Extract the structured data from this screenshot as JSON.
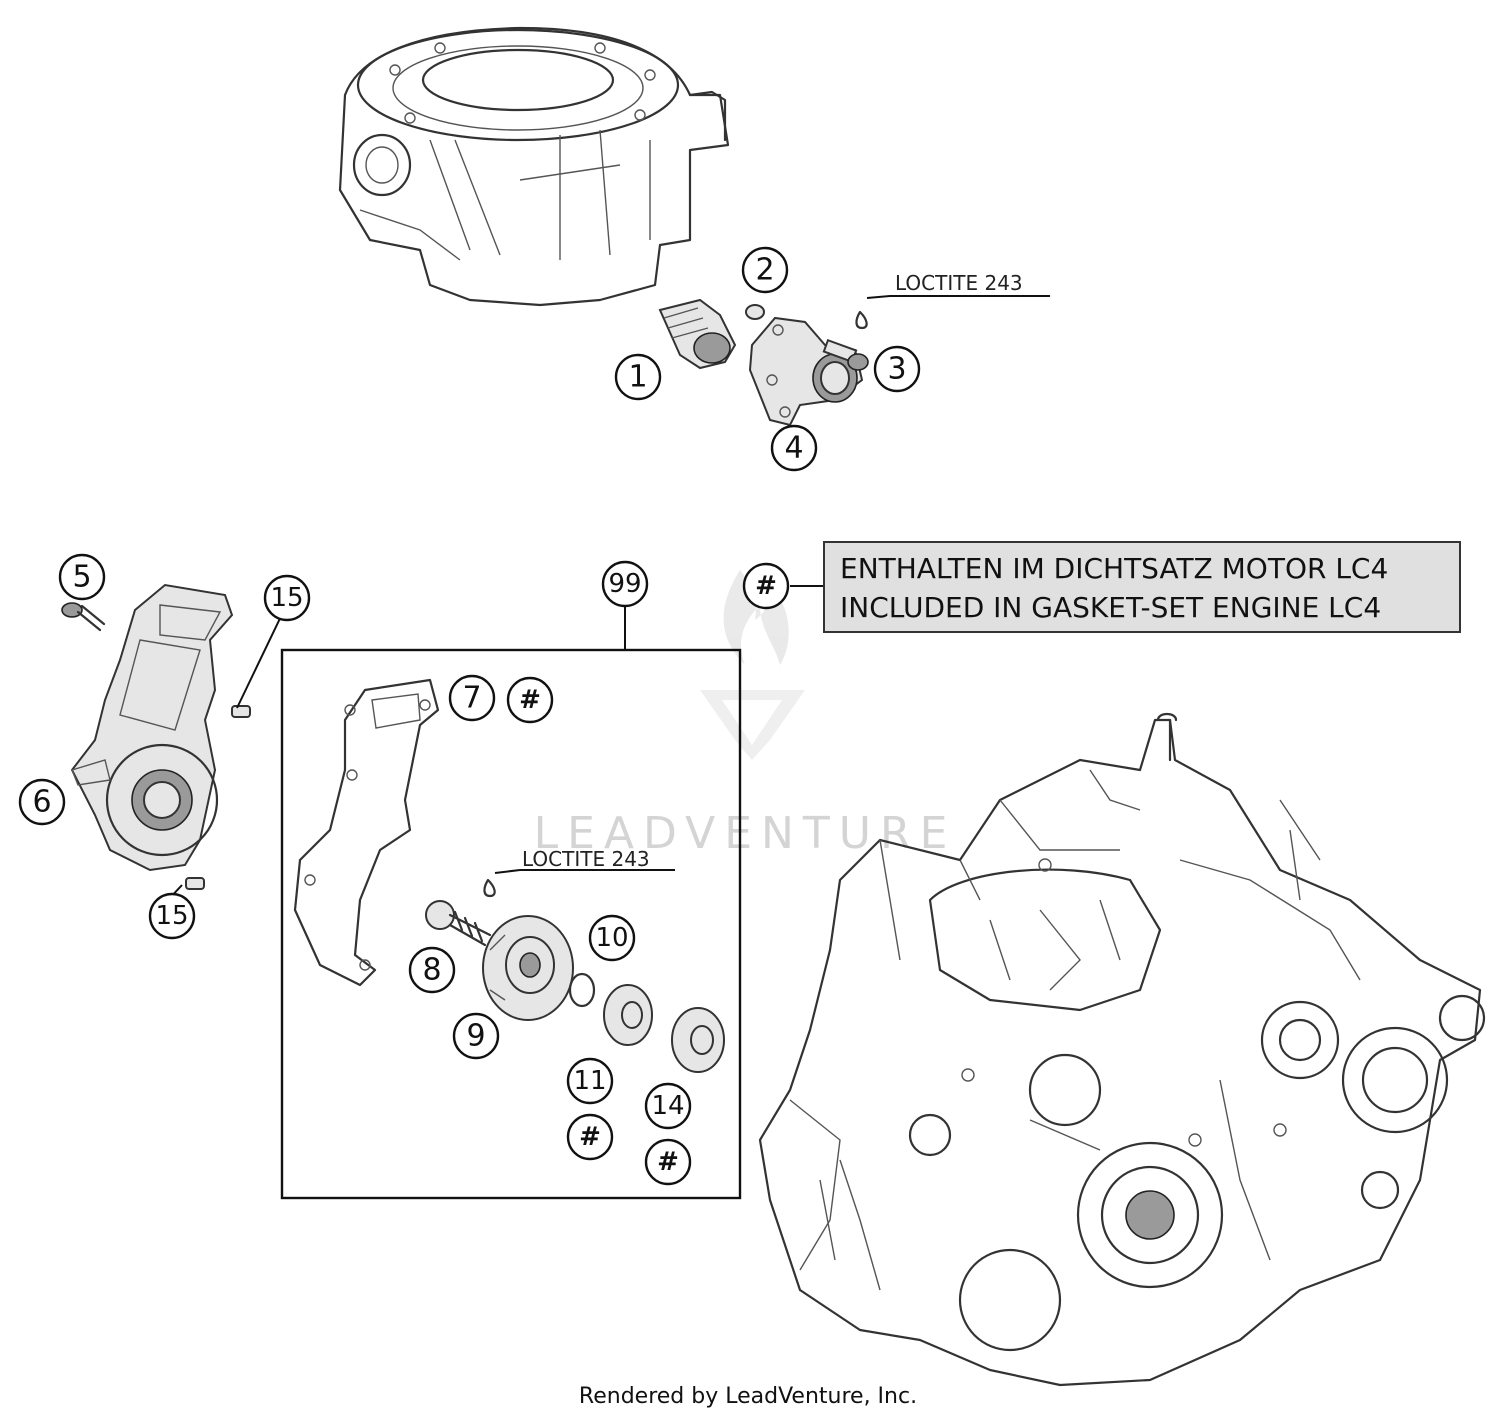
{
  "callouts": {
    "c1": "1",
    "c2": "2",
    "c3": "3",
    "c4": "4",
    "c5": "5",
    "c6": "6",
    "c7": "7",
    "c8": "8",
    "c9": "9",
    "c10": "10",
    "c11": "11",
    "c14": "14",
    "c15a": "15",
    "c15b": "15",
    "c99": "99"
  },
  "hash_symbol": "#",
  "notes": {
    "loctite_upper": "LOCTITE 243",
    "loctite_lower": "LOCTITE 243"
  },
  "legend": {
    "line1": "ENTHALTEN IM DICHTSATZ MOTOR LC4",
    "line2": "INCLUDED IN GASKET-SET ENGINE LC4"
  },
  "watermark": "LEADVENTURE",
  "footer": "Rendered by LeadVenture, Inc."
}
